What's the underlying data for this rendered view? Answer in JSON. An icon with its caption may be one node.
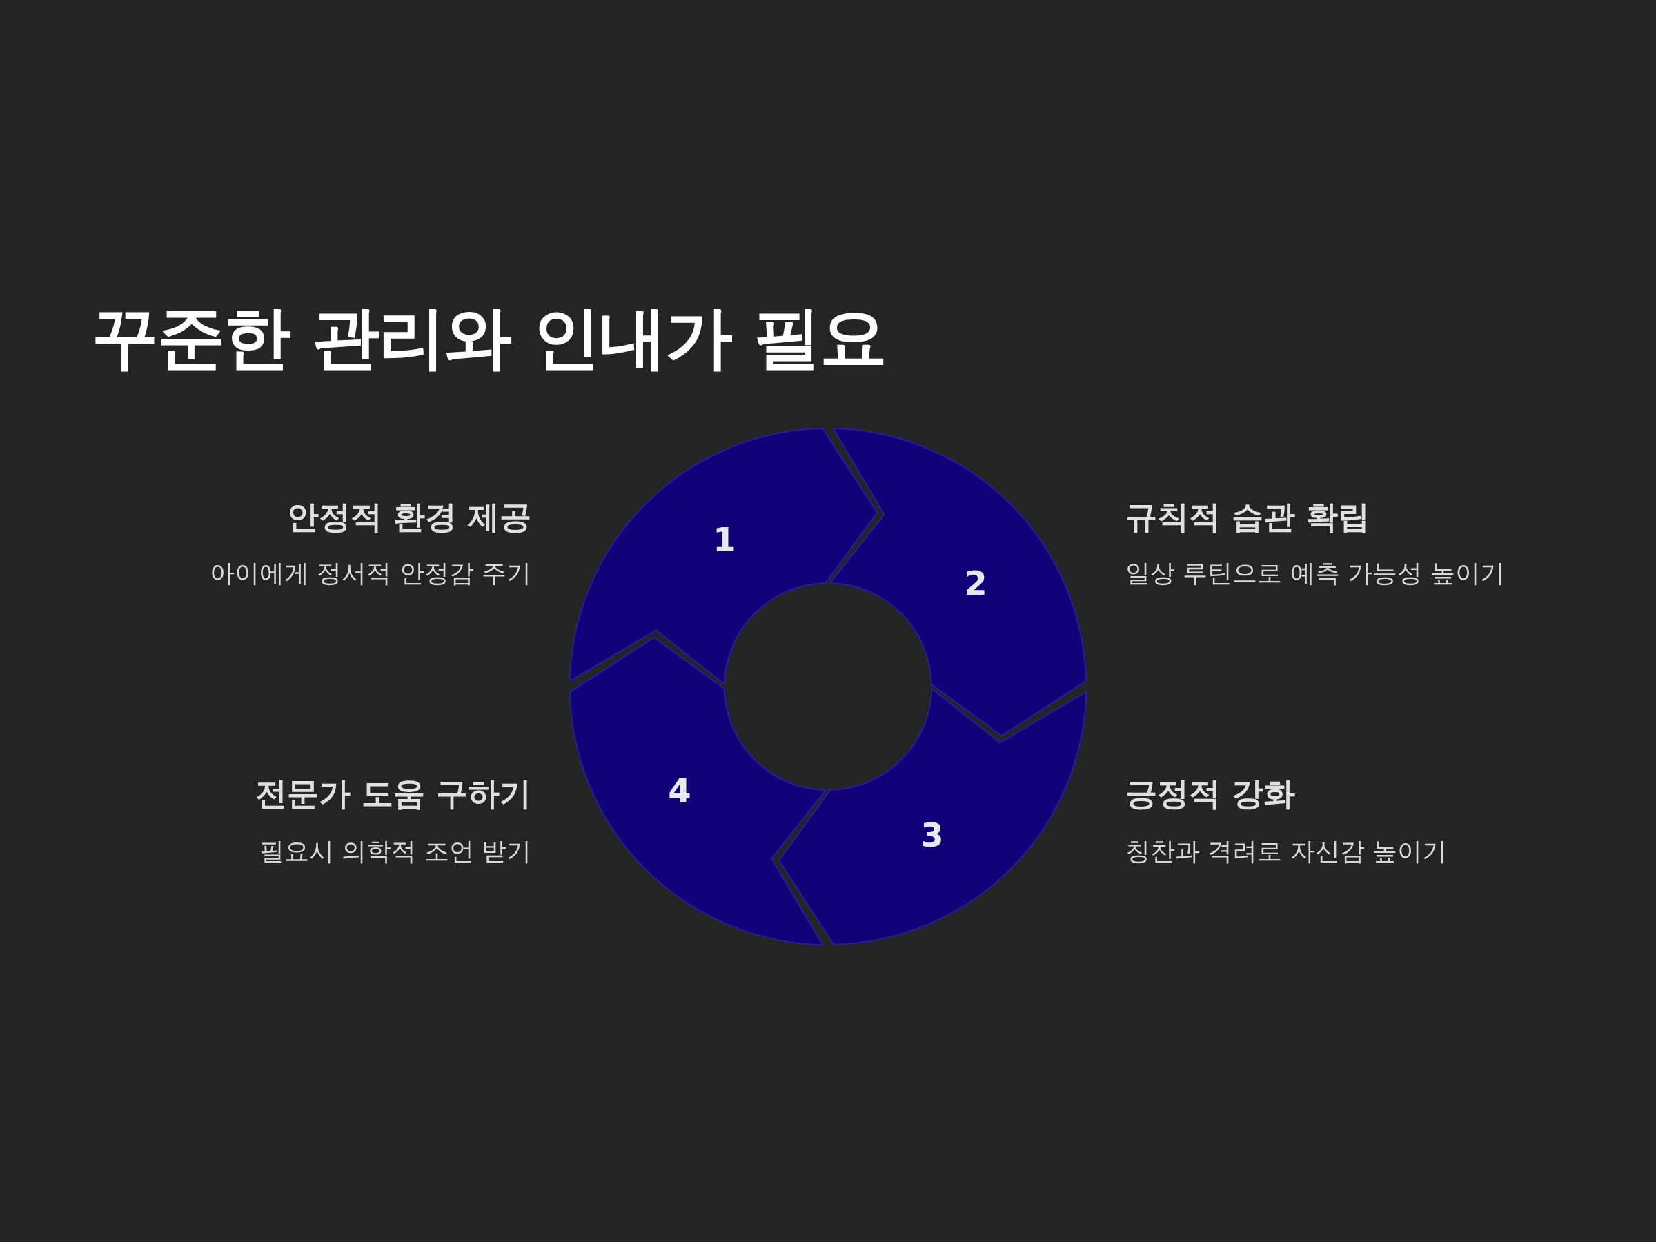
{
  "diagram": {
    "title": "꾸준한 관리와 인내가 필요",
    "nodes": [
      {
        "text": [
          "1"
        ],
        "beside": [
          "안정적 환경 제공",
          "아이에게 정서적 안정감 주기"
        ]
      },
      {
        "text": [
          "2"
        ],
        "beside": [
          "규칙적 습관 확립",
          "일상 루틴으로 예측 가능성 높이기"
        ]
      },
      {
        "text": [
          "3"
        ],
        "beside": [
          "긍정적 강화",
          "칭찬과 격려로 자신감 높이기"
        ]
      },
      {
        "text": [
          "4"
        ],
        "beside": [
          "전문가 도움 구하기",
          "필요시 의학적 조언 받기"
        ]
      }
    ]
  }
}
